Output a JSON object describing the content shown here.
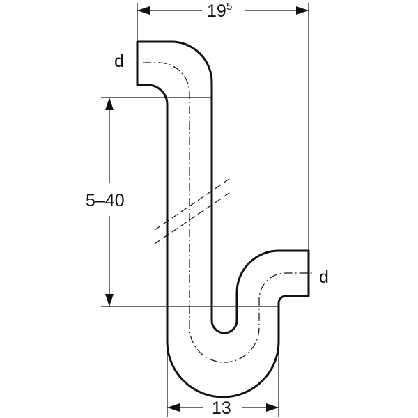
{
  "dimensions": {
    "top_width": {
      "value": "19",
      "superscript": "5"
    },
    "height_range": "5–40",
    "bottom_width": "13"
  },
  "labels": {
    "inlet_diameter": "d",
    "outlet_diameter": "d"
  }
}
